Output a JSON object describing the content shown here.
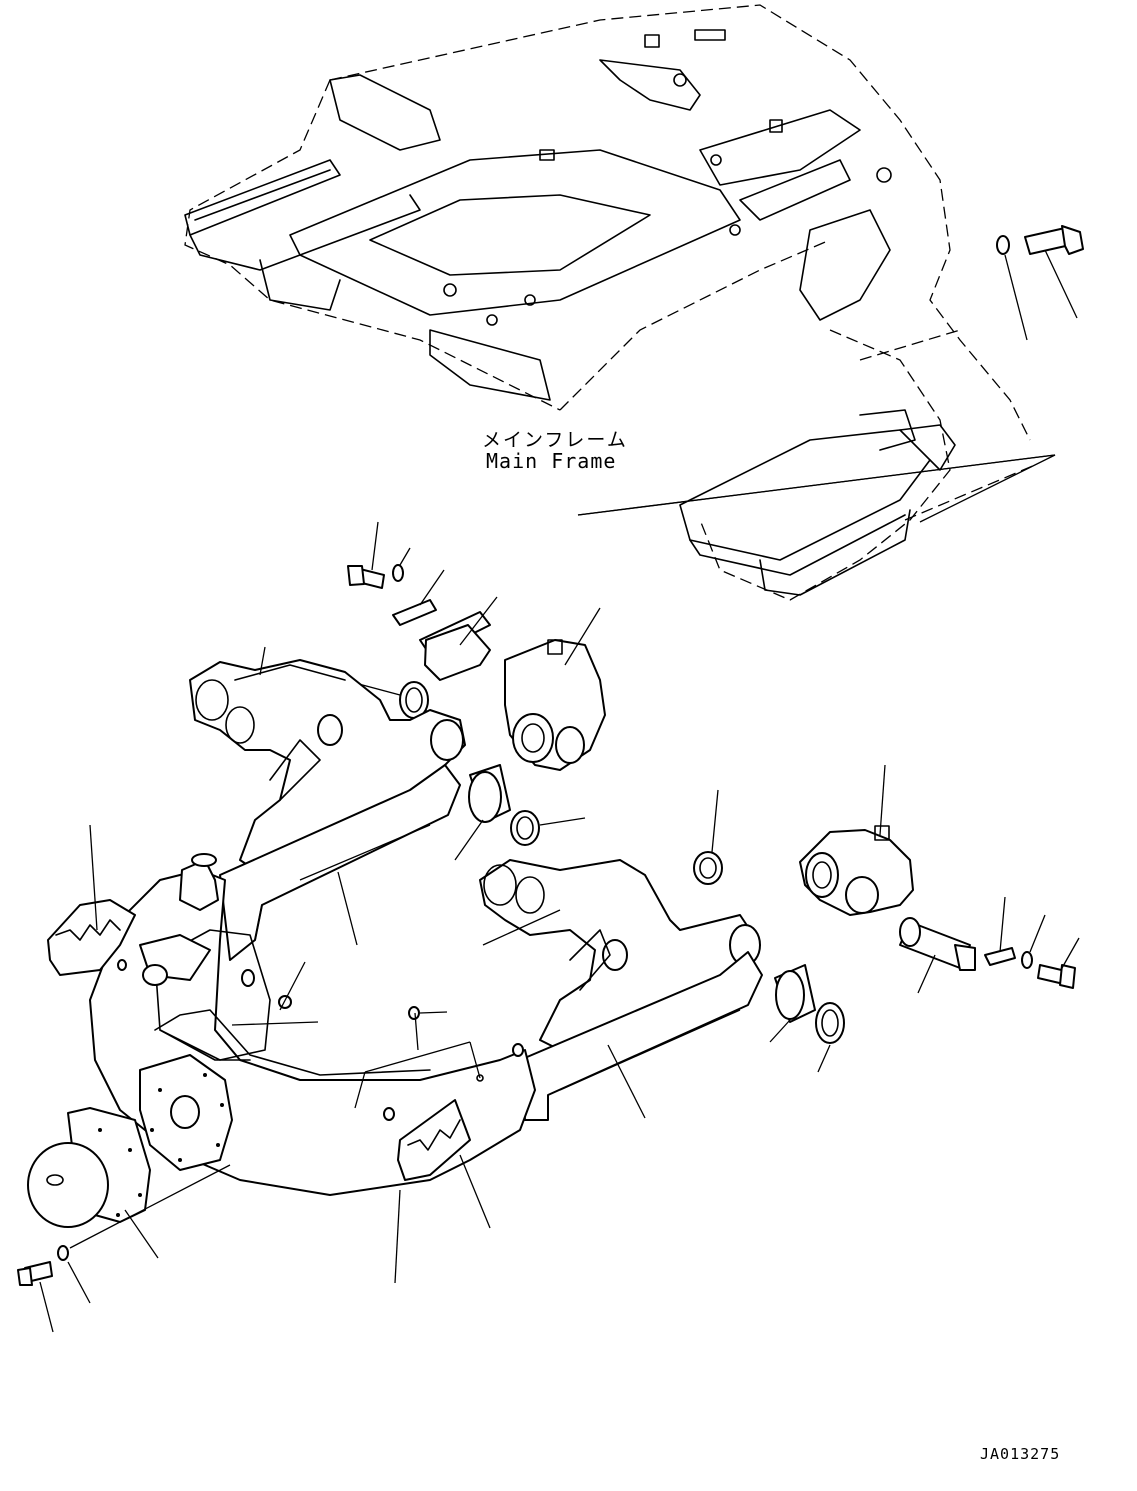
{
  "drawing": {
    "main_frame_label_jp": "メインフレーム",
    "main_frame_label_en": "Main Frame",
    "reference_id": "JA013275"
  }
}
